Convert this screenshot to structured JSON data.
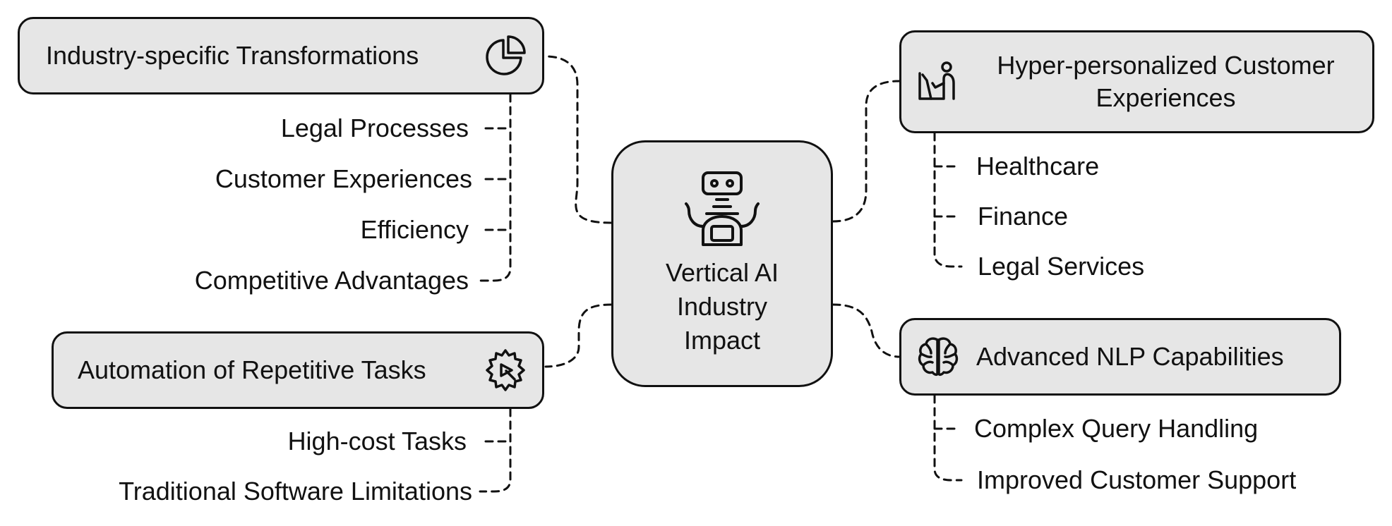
{
  "center": {
    "label": "Vertical AI Industry Impact",
    "icon": "robot-icon"
  },
  "topics": {
    "industry": {
      "label": "Industry-specific Transformations",
      "icon": "pie-chart-icon",
      "items": [
        "Legal Processes",
        "Customer Experiences",
        "Efficiency",
        "Competitive Advantages"
      ]
    },
    "automation": {
      "label": "Automation of Repetitive Tasks",
      "icon": "gear-icon",
      "items": [
        "High-cost Tasks",
        "Traditional Software Limitations"
      ]
    },
    "personalization": {
      "label": "Hyper-personalized Customer Experiences",
      "icon": "person-at-desk-icon",
      "items": [
        "Healthcare",
        "Finance",
        "Legal Services"
      ]
    },
    "nlp": {
      "label": "Advanced NLP Capabilities",
      "icon": "brain-icon",
      "items": [
        "Complex Query Handling",
        "Improved Customer Support"
      ]
    }
  },
  "colors": {
    "box_fill": "#e6e6e6",
    "stroke": "#111111",
    "background": "#ffffff"
  }
}
